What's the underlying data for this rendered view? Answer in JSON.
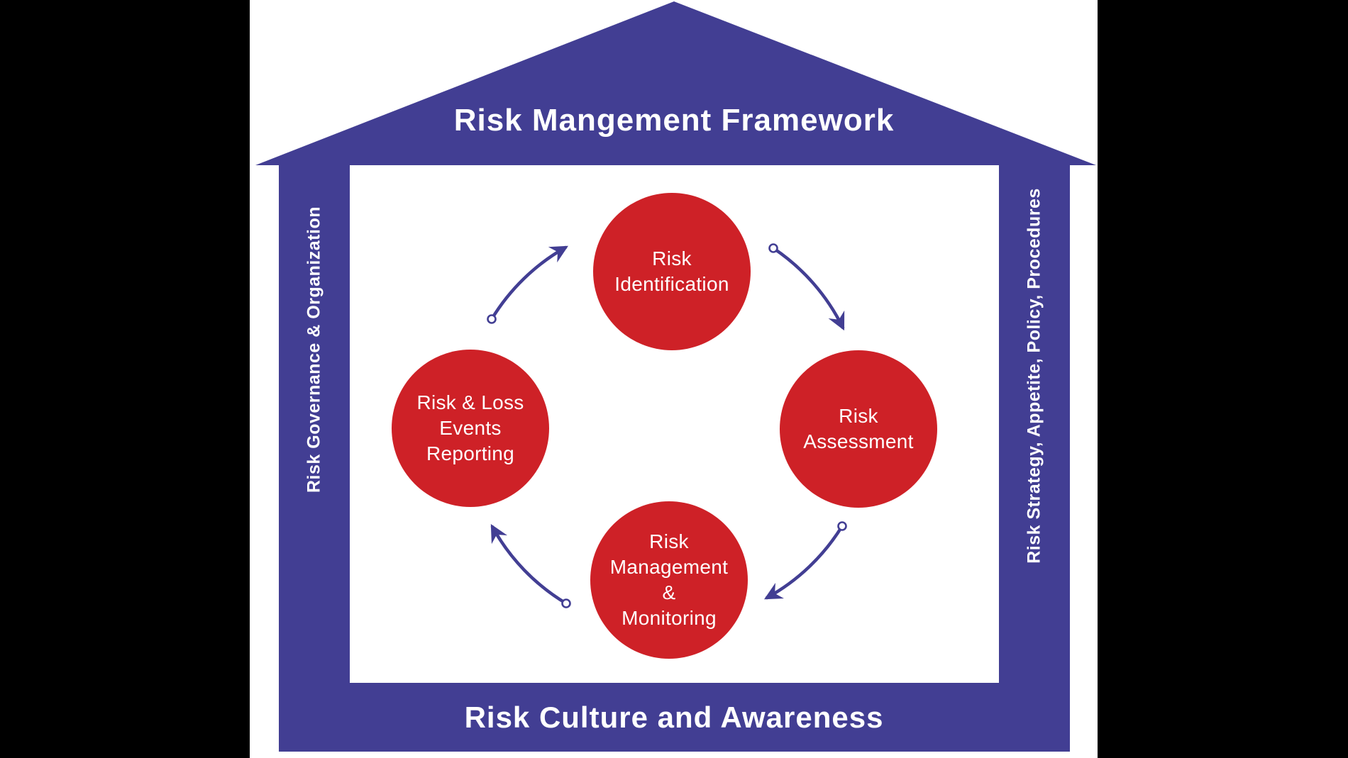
{
  "title": "Risk Mangement Framework",
  "colors": {
    "blue": "#423E93",
    "red": "#CE2127",
    "text_light": "#FFFFFF",
    "stage_background": "#FFFFFF",
    "letterbox": "#000000"
  },
  "house": {
    "roof_label": "Risk Mangement Framework",
    "left_wall_label": "Risk Governance & Organization",
    "right_wall_label": "Risk Strategy, Appetite, Policy, Procedures",
    "bottom_label": "Risk Culture and Awareness"
  },
  "cycle": {
    "nodes": [
      {
        "id": "risk-identification",
        "position": "top",
        "lines": [
          "Risk",
          "Identification"
        ]
      },
      {
        "id": "risk-assessment",
        "position": "right",
        "lines": [
          "Risk",
          "Assessment"
        ]
      },
      {
        "id": "risk-management-monitoring",
        "position": "bottom",
        "lines": [
          "Risk",
          "Management",
          "&",
          "Monitoring"
        ]
      },
      {
        "id": "risk-loss-events-reporting",
        "position": "left",
        "lines": [
          "Risk & Loss",
          "Events",
          "Reporting"
        ]
      }
    ],
    "flows": [
      {
        "from": "risk-loss-events-reporting",
        "to": "risk-identification"
      },
      {
        "from": "risk-identification",
        "to": "risk-assessment"
      },
      {
        "from": "risk-assessment",
        "to": "risk-management-monitoring"
      },
      {
        "from": "risk-management-monitoring",
        "to": "risk-loss-events-reporting"
      }
    ]
  }
}
